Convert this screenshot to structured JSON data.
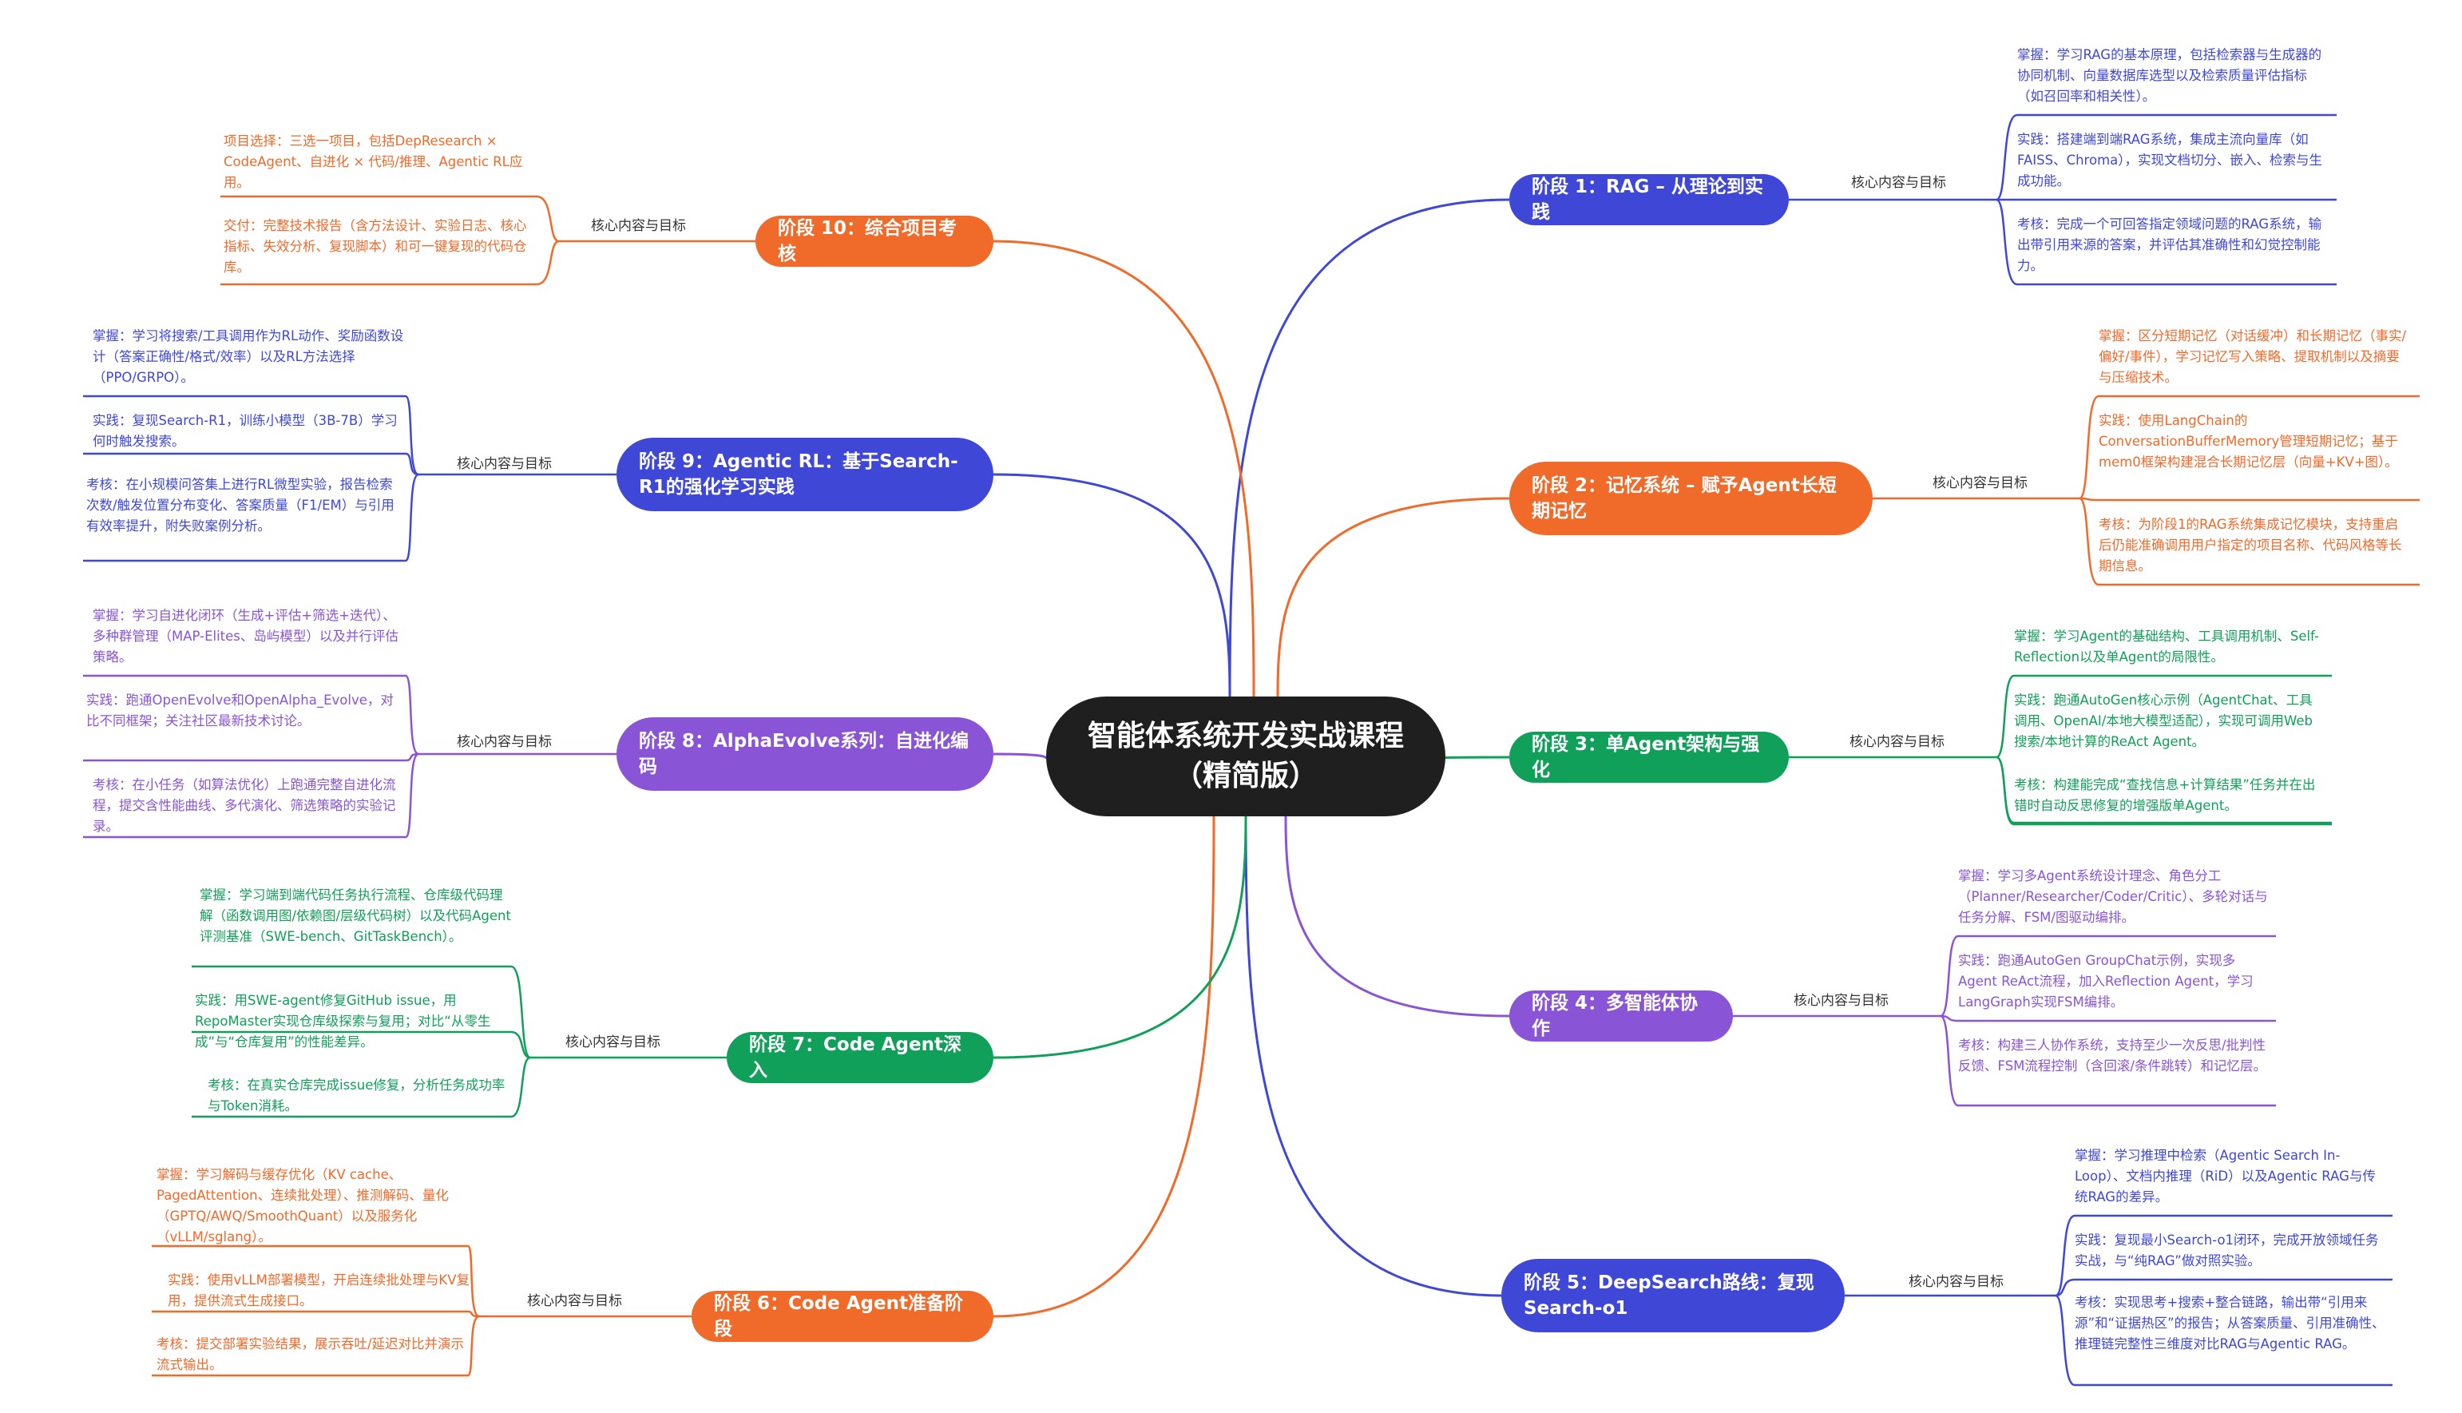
{
  "root": {
    "title": "智能体系统开发实战课程（精简版）"
  },
  "core_label": "核心内容与目标",
  "colors": {
    "blue": "#3f48d6",
    "orange": "#f06a2a",
    "green": "#10a05a",
    "purple": "#8a54d6",
    "dark": "#1f1f1f"
  },
  "stages": [
    {
      "id": "s1",
      "title": "阶段 1：RAG – 从理论到实践",
      "color": "#3f48d6",
      "details": [
        "掌握：学习RAG的基本原理，包括检索器与生成器的协同机制、向量数据库选型以及检索质量评估指标（如召回率和相关性）。",
        "实践：搭建端到端RAG系统，集成主流向量库（如FAISS、Chroma），实现文档切分、嵌入、检索与生成功能。",
        "考核：完成一个可回答指定领域问题的RAG系统，输出带引用来源的答案，并评估其准确性和幻觉控制能力。"
      ]
    },
    {
      "id": "s2",
      "title": "阶段 2：记忆系统 – 赋予Agent长短期记忆",
      "color": "#f06a2a",
      "details": [
        "掌握：区分短期记忆（对话缓冲）和长期记忆（事实/偏好/事件），学习记忆写入策略、提取机制以及摘要与压缩技术。",
        "实践：使用LangChain的ConversationBufferMemory管理短期记忆；基于mem0框架构建混合长期记忆层（向量+KV+图）。",
        "考核：为阶段1的RAG系统集成记忆模块，支持重启后仍能准确调用用户指定的项目名称、代码风格等长期信息。"
      ]
    },
    {
      "id": "s3",
      "title": "阶段 3：单Agent架构与强化",
      "color": "#10a05a",
      "details": [
        "掌握：学习Agent的基础结构、工具调用机制、Self-Reflection以及单Agent的局限性。",
        "实践：跑通AutoGen核心示例（AgentChat、工具调用、OpenAI/本地大模型适配），实现可调用Web搜索/本地计算的ReAct Agent。",
        "考核：构建能完成“查找信息+计算结果”任务并在出错时自动反思修复的增强版单Agent。"
      ]
    },
    {
      "id": "s4",
      "title": "阶段 4：多智能体协作",
      "color": "#8a54d6",
      "details": [
        "掌握：学习多Agent系统设计理念、角色分工（Planner/Researcher/Coder/Critic）、多轮对话与任务分解、FSM/图驱动编排。",
        "实践：跑通AutoGen GroupChat示例，实现多Agent ReAct流程，加入Reflection Agent，学习LangGraph实现FSM编排。",
        "考核：构建三人协作系统，支持至少一次反思/批判性反馈、FSM流程控制（含回滚/条件跳转）和记忆层。"
      ]
    },
    {
      "id": "s5",
      "title": "阶段 5：DeepSearch路线：复现Search-o1",
      "color": "#3f48d6",
      "details": [
        "掌握：学习推理中检索（Agentic Search In-Loop）、文档内推理（RiD）以及Agentic RAG与传统RAG的差异。",
        "实践：复现最小Search-o1闭环，完成开放领域任务实战，与“纯RAG”做对照实验。",
        "考核：实现思考+搜索+整合链路，输出带“引用来源”和“证据热区”的报告；从答案质量、引用准确性、推理链完整性三维度对比RAG与Agentic RAG。"
      ]
    },
    {
      "id": "s6",
      "title": "阶段 6：Code Agent准备阶段",
      "color": "#f06a2a",
      "details": [
        "掌握：学习解码与缓存优化（KV cache、PagedAttention、连续批处理）、推测解码、量化（GPTQ/AWQ/SmoothQuant）以及服务化（vLLM/sglang）。",
        "实践：使用vLLM部署模型，开启连续批处理与KV复用，提供流式生成接口。",
        "考核：提交部署实验结果，展示吞吐/延迟对比并演示流式输出。"
      ]
    },
    {
      "id": "s7",
      "title": "阶段 7：Code Agent深入",
      "color": "#10a05a",
      "details": [
        "掌握：学习端到端代码任务执行流程、仓库级代码理解（函数调用图/依赖图/层级代码树）以及代码Agent评测基准（SWE-bench、GitTaskBench）。",
        "实践：用SWE-agent修复GitHub issue，用RepoMaster实现仓库级探索与复用；对比“从零生成”与“仓库复用”的性能差异。",
        "考核：在真实仓库完成issue修复，分析任务成功率与Token消耗。"
      ]
    },
    {
      "id": "s8",
      "title": "阶段 8：AlphaEvolve系列：自进化编码",
      "color": "#8a54d6",
      "details": [
        "掌握：学习自进化闭环（生成+评估+筛选+迭代）、多种群管理（MAP-Elites、岛屿模型）以及并行评估策略。",
        "实践：跑通OpenEvolve和OpenAlpha_Evolve，对比不同框架；关注社区最新技术讨论。",
        "考核：在小任务（如算法优化）上跑通完整自进化流程，提交含性能曲线、多代演化、筛选策略的实验记录。"
      ]
    },
    {
      "id": "s9",
      "title": "阶段 9：Agentic RL：基于Search-R1的强化学习实践",
      "color": "#3f48d6",
      "details": [
        "掌握：学习将搜索/工具调用作为RL动作、奖励函数设计（答案正确性/格式/效率）以及RL方法选择（PPO/GRPO）。",
        "实践：复现Search-R1，训练小模型（3B-7B）学习何时触发搜索。",
        "考核：在小规模问答集上进行RL微型实验，报告检索次数/触发位置分布变化、答案质量（F1/EM）与引用有效率提升，附失败案例分析。"
      ]
    },
    {
      "id": "s10",
      "title": "阶段 10：综合项目考核",
      "color": "#f06a2a",
      "details": [
        "项目选择：三选一项目，包括DepResearch × CodeAgent、自进化 × 代码/推理、Agentic RL应用。",
        "交付：完整技术报告（含方法设计、实验日志、核心指标、失效分析、复现脚本）和可一键复现的代码仓库。"
      ]
    }
  ]
}
